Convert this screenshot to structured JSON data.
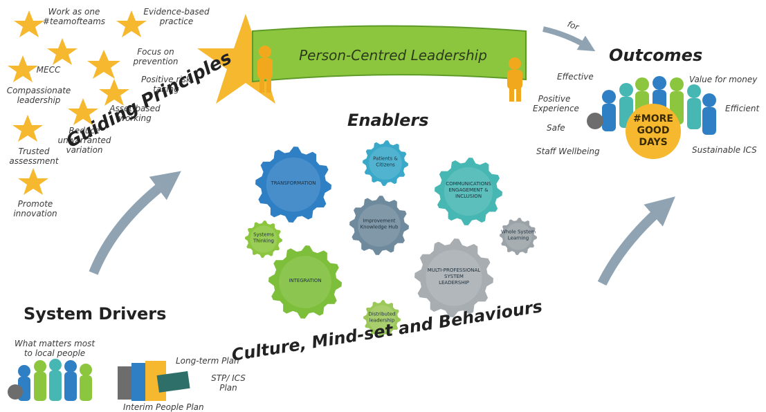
{
  "banner": {
    "title": "Person-Centred Leadership"
  },
  "arrow_label": "for",
  "outcomes": {
    "heading": "Outcomes",
    "items": [
      "Effective",
      "Value for money",
      "Positive Experience",
      "Efficient",
      "Safe",
      "Staff Wellbeing",
      "Sustainable ICS"
    ],
    "center_line1": "#MORE",
    "center_line2": "GOOD",
    "center_line3": "DAYS"
  },
  "guiding": {
    "heading": "Guiding Principles",
    "principles": [
      "Work as one #teamofteams",
      "Evidence-based practice",
      "MECC",
      "Focus on prevention",
      "Compassionate leadership",
      "Positive risk taking",
      "Asset-based working",
      "Reduce unwarranted variation",
      "Trusted assessment",
      "Promote innovation"
    ]
  },
  "enablers": {
    "heading": "Enablers",
    "gears": [
      {
        "label": "TRANSFORMATION",
        "color": "#2f7fc4"
      },
      {
        "label": "Patients & Citizens",
        "color": "#3aa9c9"
      },
      {
        "label": "COMMUNICATIONS ENGAGEMENT & INCLUSION",
        "color": "#47b7b3"
      },
      {
        "label": "Improvement Knowledge Hub",
        "color": "#6f8a9d"
      },
      {
        "label": "Systems Thinking",
        "color": "#8cc63f"
      },
      {
        "label": "Whole System Learning",
        "color": "#9ba3a8"
      },
      {
        "label": "INTEGRATION",
        "color": "#7dbf3a"
      },
      {
        "label": "MULTI-PROFESSIONAL SYSTEM LEADERSHIP",
        "color": "#a7adb1"
      },
      {
        "label": "Distributed leadership",
        "color": "#9cc85a"
      }
    ]
  },
  "culture": {
    "heading": "Culture, Mind-set and Behaviours"
  },
  "drivers": {
    "heading": "System Drivers",
    "items": [
      "What matters most to local people",
      "Long-term Plan",
      "STP/ ICS Plan",
      "Interim People Plan"
    ]
  },
  "colors": {
    "star": "#f5b82e",
    "banner": "#8cc63f",
    "arrow": "#8fa3b3",
    "outcome_circle": "#f5b82e"
  }
}
